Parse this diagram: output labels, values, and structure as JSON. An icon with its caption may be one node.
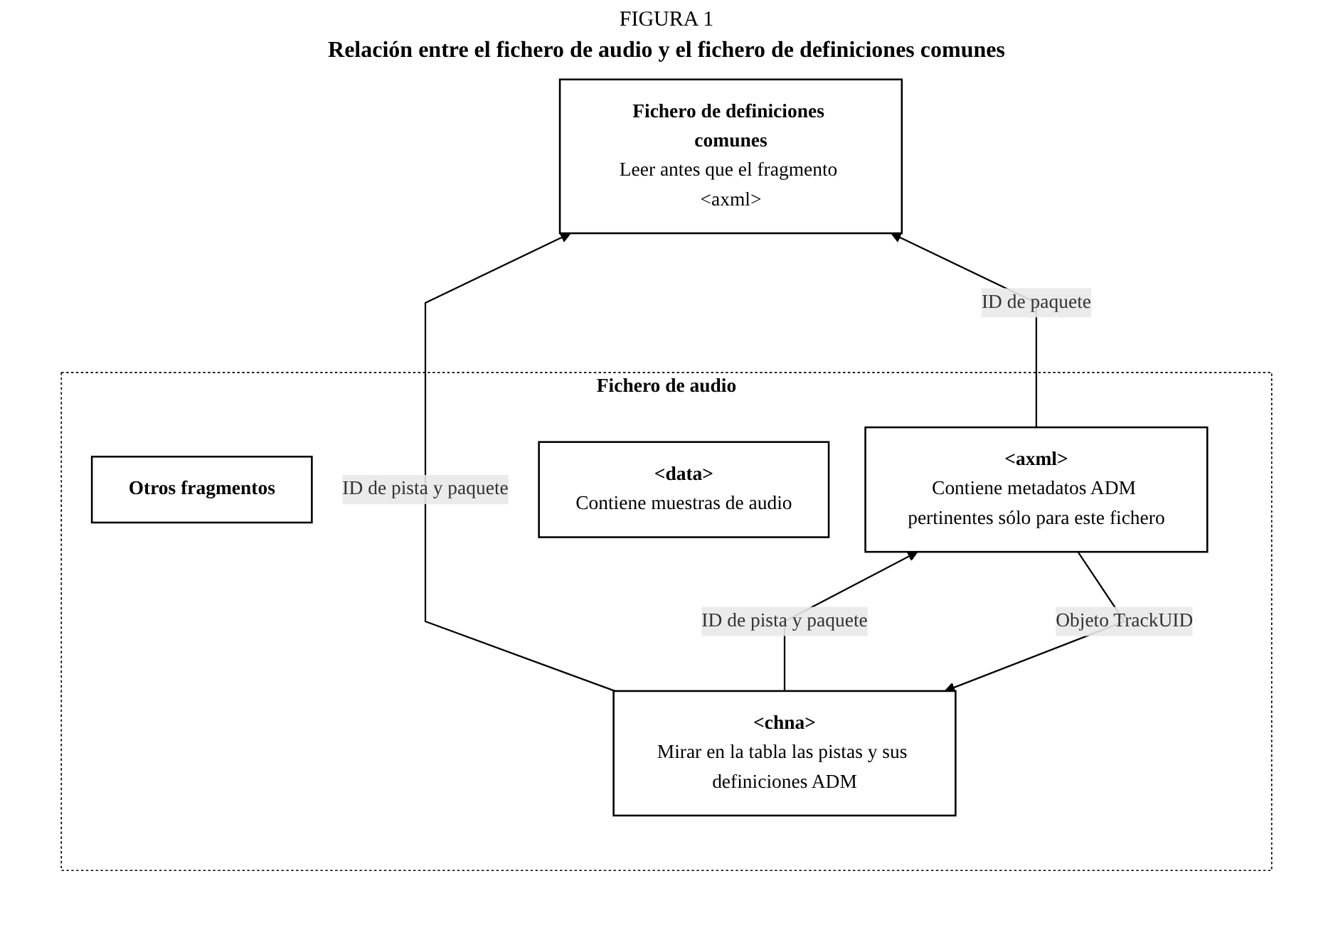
{
  "diagram": {
    "title": "Relación entre el fichero de audio y el fichero de definiciones comunes",
    "nodes": [
      {
        "text": [
          "Fichero de definiciones comunes",
          "Leer antes que el fragmento <axml>"
        ]
      },
      {
        "text": [
          "Fichero de audio"
        ]
      },
      {
        "text": [
          "Otros fragmentos"
        ],
        "in": 1
      },
      {
        "text": [
          "<chna>",
          "Mirar en la tabla las pistas y sus definiciones ADM"
        ],
        "in": 1
      },
      {
        "text": [
          "<axml>",
          "Contiene metadatos ADM pertinentes sólo para este fichero"
        ],
        "in": 1
      },
      {
        "text": [
          "<data>",
          "Contiene muestras de audio"
        ],
        "in": 1
      }
    ],
    "edges": [
      {
        "from": 3,
        "to": 0,
        "arrow": "to",
        "label": "ID de pista y paquete"
      },
      {
        "from": 4,
        "to": 3,
        "arrow": "to",
        "label": "Objeto TrackUID"
      },
      {
        "from": 3,
        "to": 4,
        "arrow": "to",
        "label": "ID de pista y paquete"
      },
      {
        "from": 4,
        "to": 0,
        "arrow": "to",
        "label": "ID de paquete"
      }
    ],
    "labels": [
      "FIGURA 1"
    ]
  }
}
